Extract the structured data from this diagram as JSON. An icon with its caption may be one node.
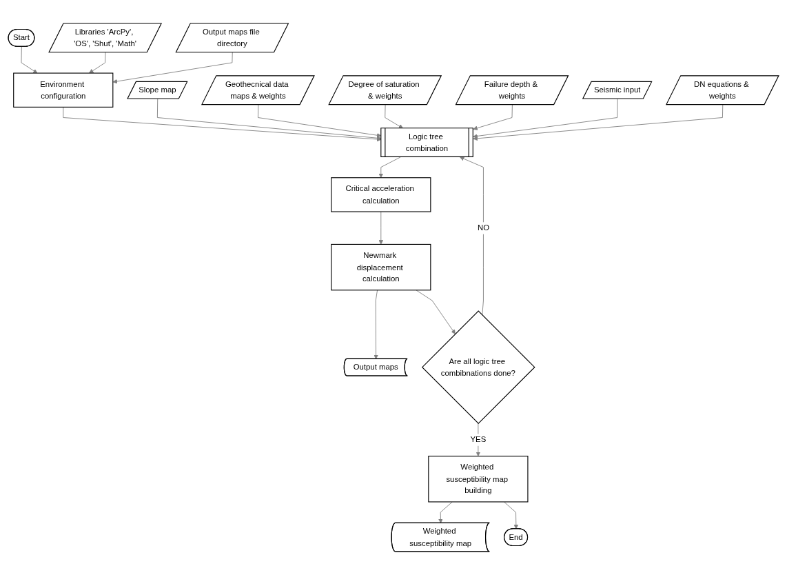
{
  "diagram": {
    "nodes": [
      {
        "text": [
          "Start"
        ]
      },
      {
        "text": [
          "Libraries 'ArcPy', 'OS', 'Shut', 'Math'"
        ]
      },
      {
        "text": [
          "Output maps file directory"
        ]
      },
      {
        "text": [
          "Environment configuration"
        ]
      },
      {
        "text": [
          "Slope map"
        ]
      },
      {
        "text": [
          "Geothecnical data maps & weights"
        ]
      },
      {
        "text": [
          "Degree of saturation & weights"
        ]
      },
      {
        "text": [
          "Failure depth & weights"
        ]
      },
      {
        "text": [
          "Seismic input"
        ]
      },
      {
        "text": [
          "DN equations & weights"
        ]
      },
      {
        "text": [
          "Logic tree combination"
        ]
      },
      {
        "text": [
          "Critical acceleration calculation"
        ]
      },
      {
        "text": [
          "Newmark displacement calculation"
        ]
      },
      {
        "text": [
          "Output maps"
        ]
      },
      {
        "text": [
          "Are all logic tree combibnations done?"
        ]
      },
      {
        "text": [
          "Weighted susceptibility map building"
        ]
      },
      {
        "text": [
          "Weighted susceptibility map"
        ]
      },
      {
        "text": [
          "End"
        ]
      }
    ],
    "edges": [
      {
        "from": 0,
        "to": 3,
        "arrow": "to"
      },
      {
        "from": 1,
        "to": 3,
        "arrow": "to"
      },
      {
        "from": 2,
        "to": 3,
        "arrow": "to"
      },
      {
        "from": 3,
        "to": 10,
        "arrow": "to"
      },
      {
        "from": 4,
        "to": 10,
        "arrow": "to"
      },
      {
        "from": 5,
        "to": 10,
        "arrow": "to"
      },
      {
        "from": 6,
        "to": 10,
        "arrow": "to"
      },
      {
        "from": 7,
        "to": 10,
        "arrow": "to"
      },
      {
        "from": 8,
        "to": 10,
        "arrow": "to"
      },
      {
        "from": 9,
        "to": 10,
        "arrow": "to"
      },
      {
        "from": 10,
        "to": 11,
        "arrow": "to"
      },
      {
        "from": 11,
        "to": 12,
        "arrow": "to"
      },
      {
        "from": 12,
        "to": 13,
        "arrow": "to"
      },
      {
        "from": 12,
        "to": 14,
        "arrow": "to"
      },
      {
        "from": 14,
        "to": 10,
        "arrow": "to",
        "label": "NO"
      },
      {
        "from": 14,
        "to": 15,
        "arrow": "to",
        "label": "YES"
      },
      {
        "from": 15,
        "to": 16,
        "arrow": "to"
      },
      {
        "from": 15,
        "to": 17,
        "arrow": "to"
      }
    ]
  }
}
